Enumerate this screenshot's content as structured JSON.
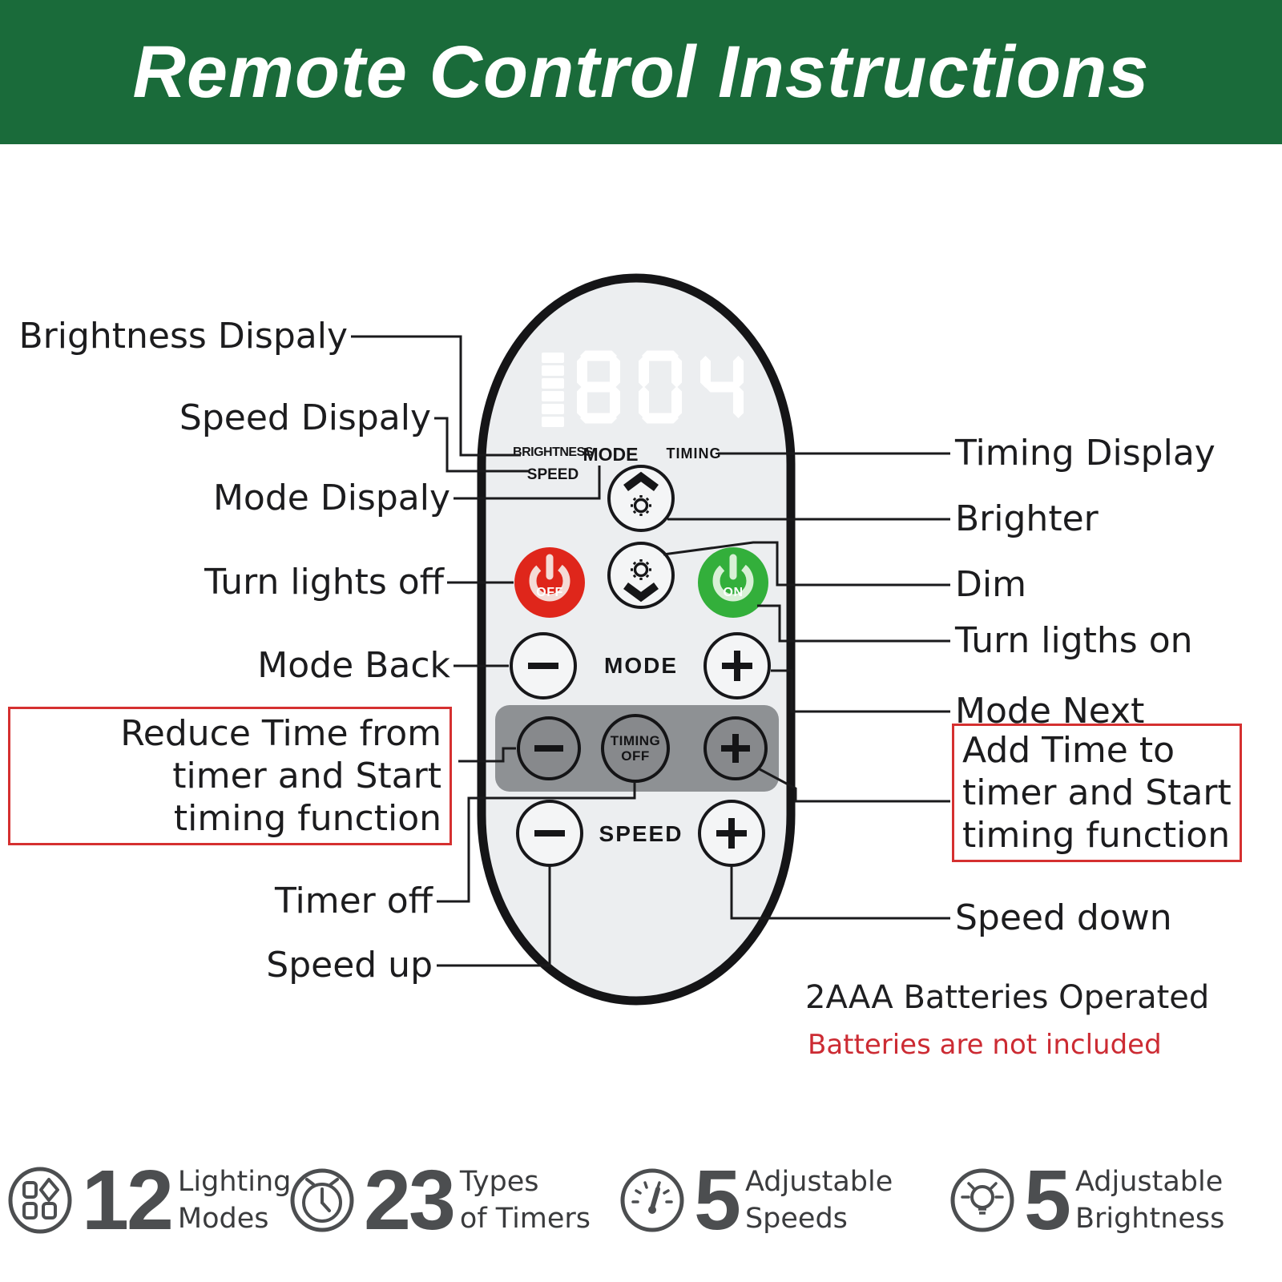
{
  "header": {
    "title": "Remote Control Instructions"
  },
  "colors": {
    "header_bg": "#1A6B3A",
    "off_red": "#DF261B",
    "on_green": "#33AF3B",
    "box_red": "#D53030",
    "note_red": "#CC2B33",
    "display_color": "#FFFFFF"
  },
  "remote": {
    "display_value": "804",
    "level_bars": 6,
    "display_labels": {
      "brightness": "BRIGHTNESS",
      "speed": "SPEED",
      "mode": "MODE",
      "timing": "TIMING"
    },
    "buttons": {
      "off": "OFF",
      "on": "ON",
      "mode": "MODE",
      "speed": "SPEED",
      "timing_off_line1": "TIMING",
      "timing_off_line2": "OFF"
    }
  },
  "callouts_left": {
    "brightness_display": "Brightness Dispaly",
    "speed_display": "Speed Dispaly",
    "mode_display": "Mode Dispaly",
    "turn_lights_off": "Turn lights off",
    "mode_back": "Mode Back",
    "reduce_time_lines": [
      "Reduce Time from",
      "timer and Start",
      "timing function"
    ],
    "timer_off": "Timer off",
    "speed_up": "Speed up"
  },
  "callouts_right": {
    "timing_display": "Timing Display",
    "brighter": "Brighter",
    "dim": "Dim",
    "turn_lights_on": "Turn ligths on",
    "mode_next": "Mode Next",
    "add_time_lines": [
      "Add Time to",
      "timer and Start",
      "timing function"
    ],
    "speed_down": "Speed down"
  },
  "notes": {
    "battery": "2AAA Batteries Operated",
    "battery_warning": "Batteries are not included"
  },
  "features": [
    {
      "icon": "lighting-modes-icon",
      "number": "12",
      "lines": [
        "Lighting",
        "Modes"
      ]
    },
    {
      "icon": "timer-icon",
      "number": "23",
      "lines": [
        "Types",
        "of Timers"
      ]
    },
    {
      "icon": "speedometer-icon",
      "number": "5",
      "lines": [
        "Adjustable",
        "Speeds"
      ]
    },
    {
      "icon": "bulb-icon",
      "number": "5",
      "lines": [
        "Adjustable",
        "Brightness"
      ]
    }
  ]
}
